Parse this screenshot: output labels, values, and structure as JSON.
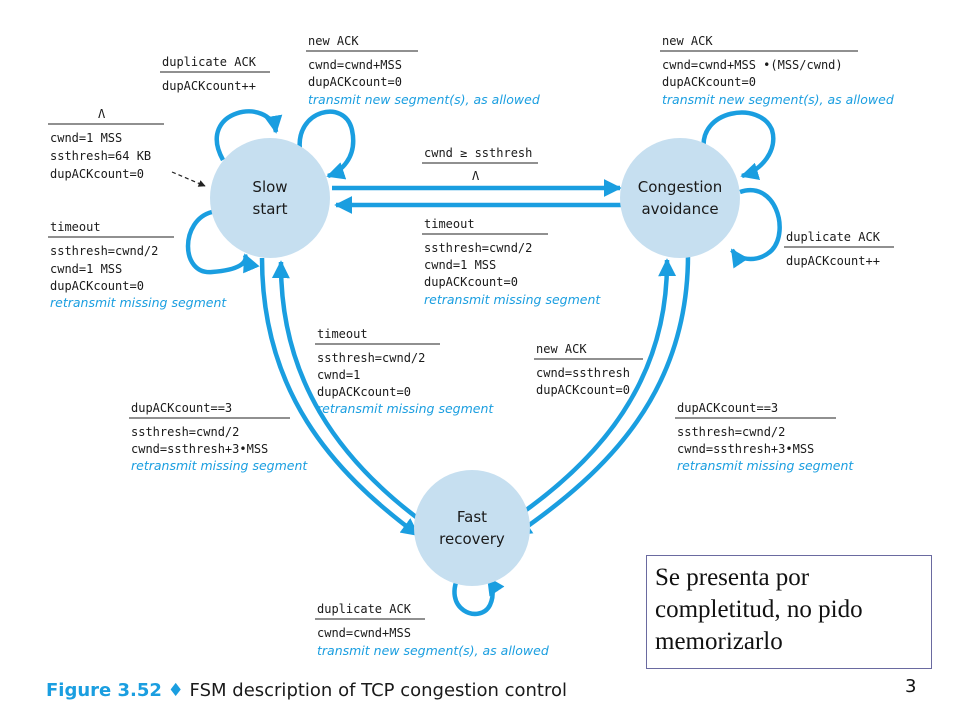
{
  "states": {
    "slow_start": [
      "Slow",
      "start"
    ],
    "congestion_avoidance": [
      "Congestion",
      "avoidance"
    ],
    "fast_recovery": [
      "Fast",
      "recovery"
    ]
  },
  "transitions": {
    "ss_dupack_self": {
      "event": "duplicate ACK",
      "actions": [
        "dupACKcount++"
      ]
    },
    "ss_newack_self": {
      "event": "new ACK",
      "actions": [
        "cwnd=cwnd+MSS",
        "dupACKcount=0"
      ],
      "note": "transmit new segment(s), as allowed"
    },
    "init": {
      "event": "Λ",
      "actions": [
        "cwnd=1 MSS",
        "ssthresh=64 KB",
        "dupACKcount=0"
      ]
    },
    "ss_timeout_self": {
      "event": "timeout",
      "actions": [
        "ssthresh=cwnd/2",
        "cwnd=1 MSS",
        "dupACKcount=0"
      ],
      "note": "retransmit missing segment"
    },
    "ss_to_ca": {
      "event": "cwnd ≥ ssthresh",
      "actions": [
        "Λ"
      ]
    },
    "ca_to_ss_timeout": {
      "event": "timeout",
      "actions": [
        "ssthresh=cwnd/2",
        "cwnd=1 MSS",
        "dupACKcount=0"
      ],
      "note": "retransmit missing segment"
    },
    "ca_newack_self": {
      "event": "new ACK",
      "actions": [
        "cwnd=cwnd+MSS •(MSS/cwnd)",
        "dupACKcount=0"
      ],
      "note": "transmit new segment(s), as allowed"
    },
    "ca_dupack_self": {
      "event": "duplicate ACK",
      "actions": [
        "dupACKcount++"
      ]
    },
    "fr_to_ss_timeout": {
      "event": "timeout",
      "actions": [
        "ssthresh=cwnd/2",
        "cwnd=1",
        "dupACKcount=0"
      ],
      "note": "retransmit missing segment"
    },
    "fr_to_ca_newack": {
      "event": "new ACK",
      "actions": [
        "cwnd=ssthresh",
        "dupACKcount=0"
      ]
    },
    "ss_to_fr": {
      "event": "dupACKcount==3",
      "actions": [
        "ssthresh=cwnd/2",
        "cwnd=ssthresh+3•MSS"
      ],
      "note": "retransmit missing segment"
    },
    "ca_to_fr": {
      "event": "dupACKcount==3",
      "actions": [
        "ssthresh=cwnd/2",
        "cwnd=ssthresh+3•MSS"
      ],
      "note": "retransmit missing segment"
    },
    "fr_dupack_self": {
      "event": "duplicate ACK",
      "actions": [
        "cwnd=cwnd+MSS"
      ],
      "note": "transmit new segment(s), as allowed"
    }
  },
  "note_box": [
    "Se presenta por",
    "completitud, no pido",
    "memorizarlo"
  ],
  "caption": {
    "figure": "Figure 3.52",
    "separator": "♦",
    "text": "FSM description of TCP congestion control"
  },
  "page_number": "3",
  "colors": {
    "arrow": "#1a9ee0",
    "state_fill": "#c6dff0",
    "action_text": "#1a9ee0"
  }
}
